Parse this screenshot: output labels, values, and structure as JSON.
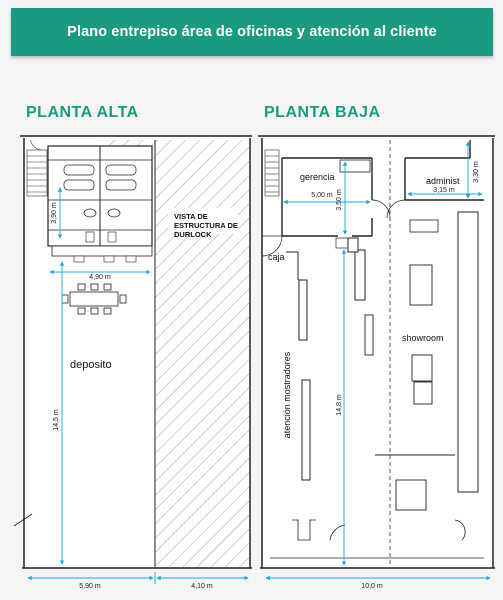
{
  "header": {
    "title": "Plano entrepiso área de oficinas y atención al cliente"
  },
  "floors": {
    "alta": {
      "title": "PLANTA  ALTA",
      "labels": {
        "durlock": [
          "VISTA DE",
          "ESTRUCTURA DE",
          "DURLOCK"
        ],
        "deposito": "deposito"
      },
      "dims": {
        "d390": "3,90 m",
        "d490": "4,90 m",
        "d145": "14,5 m",
        "d590": "5,90 m",
        "d410": "4,10 m"
      }
    },
    "baja": {
      "title": "PLANTA  BAJA",
      "labels": {
        "gerencia": "gerencia",
        "administ": "administ",
        "caja": "caja",
        "showroom": "showroom",
        "atencion": "atención mostradores"
      },
      "dims": {
        "d500": "5,00 m",
        "d350": "3,50 m",
        "d315": "3,15 m",
        "d330": "3,30 m",
        "d148": "14,8 m",
        "d100": "10,0 m"
      }
    }
  },
  "colors": {
    "brand": "#1c9a80",
    "dimension": "#1fa7d8",
    "wall": "#222222"
  }
}
